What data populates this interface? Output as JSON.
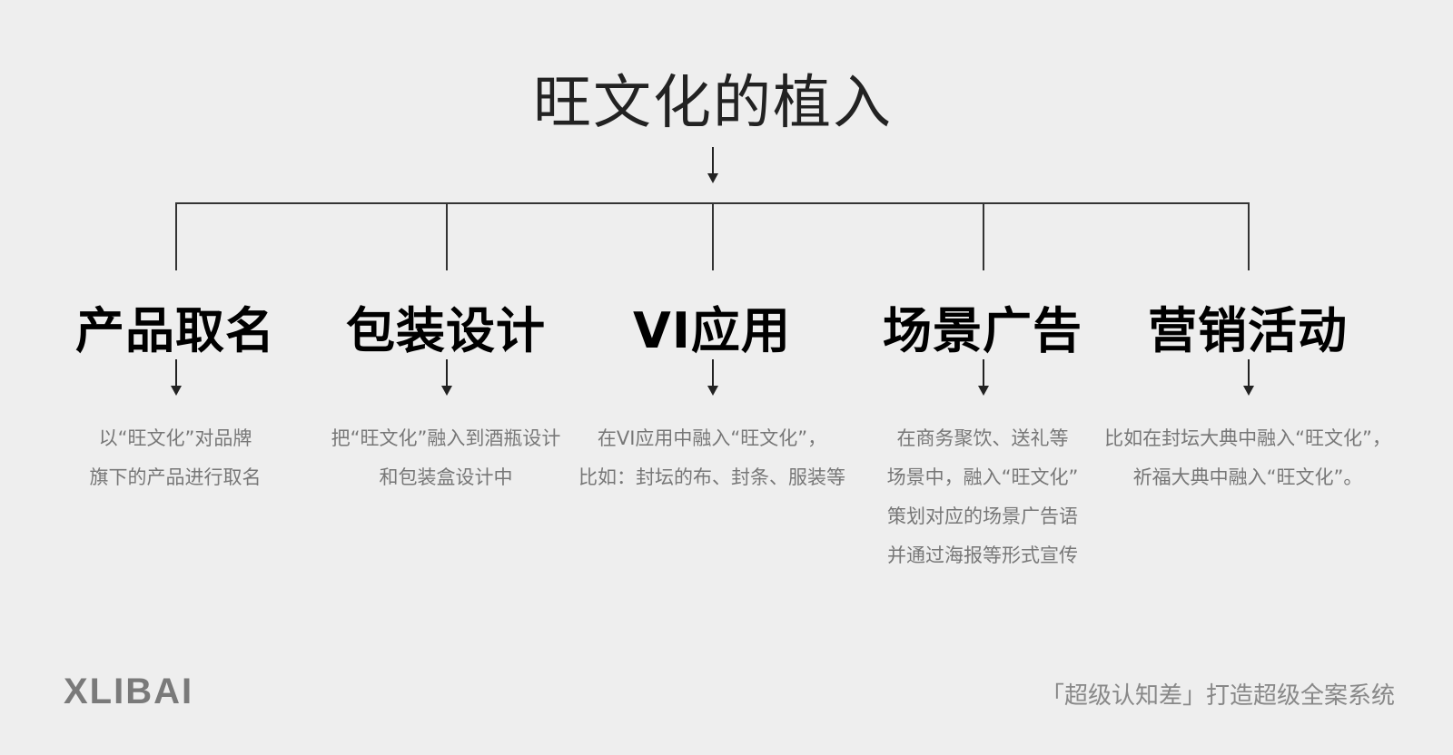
{
  "title": "旺文化的植入",
  "branches": [
    {
      "heading": "产品取名",
      "lines": [
        "以“旺文化”对品牌",
        "旗下的产品进行取名"
      ]
    },
    {
      "heading": "包装设计",
      "lines": [
        "把“旺文化”融入到酒瓶设计",
        "和包装盒设计中"
      ]
    },
    {
      "heading": "VI应用",
      "lines": [
        "在VI应用中融入“旺文化”，",
        "比如：封坛的布、封条、服装等"
      ]
    },
    {
      "heading": "场景广告",
      "lines": [
        "在商务聚饮、送礼等",
        "场景中，融入“旺文化”",
        "策划对应的场景广告语",
        "并通过海报等形式宣传"
      ]
    },
    {
      "heading": "营销活动",
      "lines": [
        "比如在封坛大典中融入“旺文化”，",
        "祈福大典中融入“旺文化”。"
      ]
    }
  ],
  "footer": {
    "logo": "XLIBAI",
    "slogan": "「超级认知差」打造超级全案系统"
  }
}
